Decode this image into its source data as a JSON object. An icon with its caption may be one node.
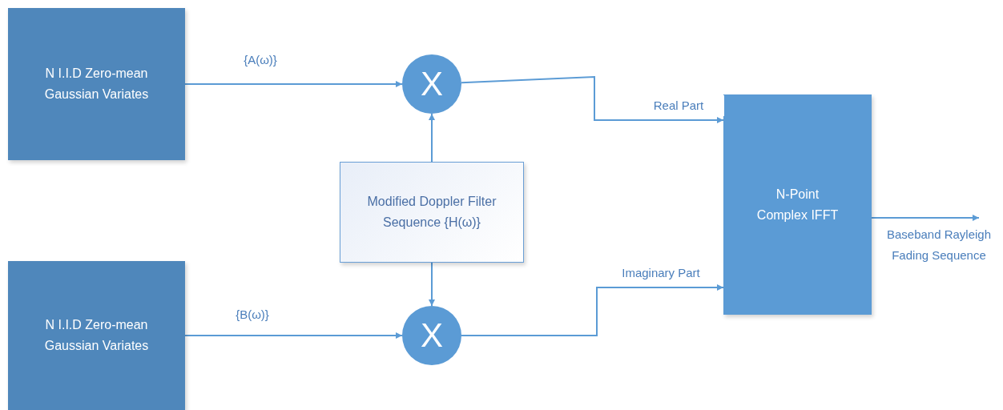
{
  "diagram": {
    "nodes": [
      {
        "text": [
          "N I.I.D Zero-mean Gaussian Variates"
        ]
      },
      {
        "text": [
          "X"
        ]
      },
      {
        "text": [
          "Modified Doppler Filter Sequence {H(ω)}"
        ]
      },
      {
        "text": [
          "N I.I.D Zero-mean Gaussian Variates"
        ]
      },
      {
        "text": [
          "X"
        ]
      },
      {
        "text": [
          "N-Point Complex IFFT"
        ]
      }
    ],
    "edges": [
      {
        "from": 0,
        "to": 1,
        "arrow": "to",
        "label": "{A(ω)}"
      },
      {
        "from": 2,
        "to": 1,
        "arrow": "to"
      },
      {
        "from": 2,
        "to": 4,
        "arrow": "to"
      },
      {
        "from": 3,
        "to": 4,
        "arrow": "to",
        "label": "{B(ω)}"
      },
      {
        "from": 1,
        "to": 5,
        "arrow": "to",
        "label": "Real Part"
      },
      {
        "from": 4,
        "to": 5,
        "arrow": "to",
        "label": "Imaginary Part"
      },
      {
        "from": 5,
        "to": null,
        "arrow": "to",
        "label": "Baseband Rayleigh Fading Sequence"
      }
    ]
  }
}
